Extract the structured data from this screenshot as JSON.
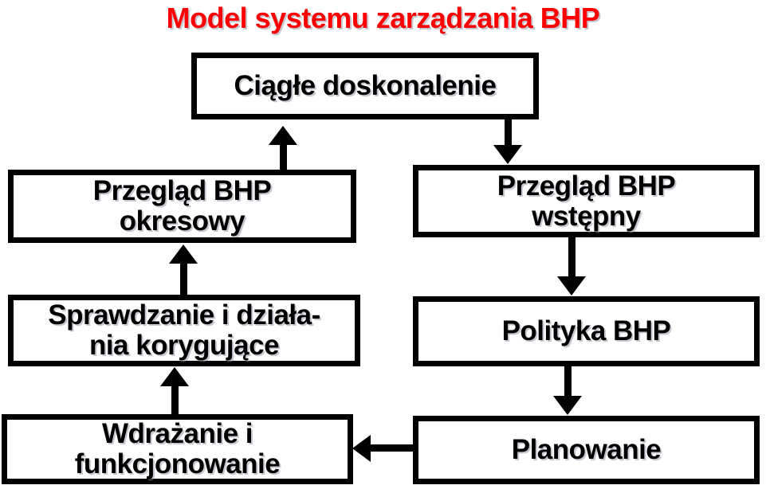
{
  "title": {
    "text": "Model systemu zarządzania BHP",
    "color": "#ff0000"
  },
  "diagram": {
    "name": "OHS management system model flowchart",
    "nodes": [
      {
        "id": "continuous-improvement",
        "lines": [
          "Ciągłe doskonalenie"
        ]
      },
      {
        "id": "periodic-ohs-review",
        "lines": [
          "Przegląd BHP",
          "okresowy"
        ]
      },
      {
        "id": "initial-ohs-review",
        "lines": [
          "Przegląd BHP",
          "wstępny"
        ]
      },
      {
        "id": "checking-and-corrective-actions",
        "lines": [
          "Sprawdzanie i działa-",
          "nia korygujące"
        ]
      },
      {
        "id": "ohs-policy",
        "lines": [
          "Polityka BHP"
        ]
      },
      {
        "id": "implementation-and-operation",
        "lines": [
          "Wdrażanie i",
          "funkcjonowanie"
        ]
      },
      {
        "id": "planning",
        "lines": [
          "Planowanie"
        ]
      }
    ],
    "edges": [
      {
        "from": "periodic-ohs-review",
        "to": "continuous-improvement",
        "direction": "up"
      },
      {
        "from": "continuous-improvement",
        "to": "initial-ohs-review",
        "direction": "down"
      },
      {
        "from": "initial-ohs-review",
        "to": "ohs-policy",
        "direction": "down"
      },
      {
        "from": "ohs-policy",
        "to": "planning",
        "direction": "down"
      },
      {
        "from": "planning",
        "to": "implementation-and-operation",
        "direction": "left"
      },
      {
        "from": "implementation-and-operation",
        "to": "checking-and-corrective-actions",
        "direction": "up"
      },
      {
        "from": "checking-and-corrective-actions",
        "to": "periodic-ohs-review",
        "direction": "up"
      }
    ],
    "colors": {
      "line": "#000000",
      "box_fill": "#ffffff",
      "text": "#000000",
      "background": "#ffffff"
    }
  }
}
